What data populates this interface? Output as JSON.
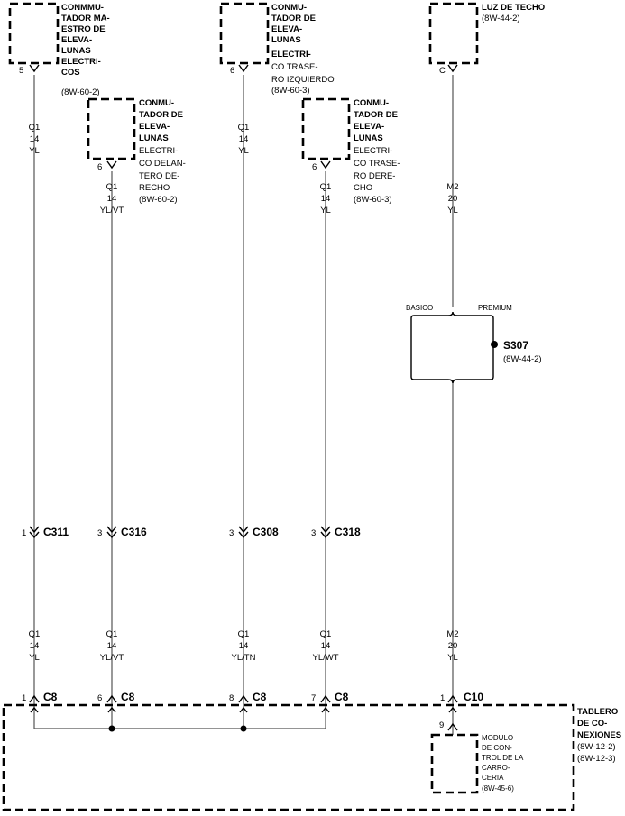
{
  "components": {
    "master_switch": {
      "lines": [
        "CONMMU-",
        "TADOR MA-",
        "ESTRO DE",
        "ELEVA-",
        "LUNAS",
        "ELECTRI-",
        "COS"
      ],
      "ref": "(8W-60-2)",
      "pin": "5"
    },
    "rear_left_switch": {
      "lines": [
        "CONMU-",
        "TADOR DE",
        "ELEVA-",
        "LUNAS",
        "ELECTRI-",
        "CO TRASE-",
        "RO IZQUIERDO"
      ],
      "ref": "(8W-60-3)",
      "pin": "6"
    },
    "dome_lamp": {
      "lines": [
        "LUZ DE TECHO"
      ],
      "ref": "(8W-44-2)",
      "pin": "C"
    },
    "front_right_switch": {
      "lines": [
        "CONMU-",
        "TADOR DE",
        "ELEVA-",
        "LUNAS",
        "ELECTRI-",
        "CO DELAN-",
        "TERO DE-",
        "RECHO"
      ],
      "ref": "(8W-60-2)",
      "pin": "6"
    },
    "rear_right_switch": {
      "lines": [
        "CONMU-",
        "TADOR DE",
        "ELEVA-",
        "LUNAS",
        "ELECTRI-",
        "CO TRASE-",
        "RO DERE-",
        "CHO"
      ],
      "ref": "(8W-60-3)",
      "pin": "6"
    },
    "junction_block": {
      "lines": [
        "TABLERO",
        "DE CO-",
        "NEXIONES"
      ],
      "refs": [
        "(8W-12-2)",
        "(8W-12-3)"
      ]
    },
    "body_control_module": {
      "lines": [
        "MODULO",
        "DE CON-",
        "TROL DE LA",
        "CARRO-",
        "CERIA"
      ],
      "ref": "(8W-45-6)",
      "pin": "9"
    }
  },
  "wires": {
    "w1_top": {
      "circuit": "Q1",
      "gauge": "14",
      "color": "YL"
    },
    "w2_top": {
      "circuit": "Q1",
      "gauge": "14",
      "color": "YL/VT"
    },
    "w3_top": {
      "circuit": "Q1",
      "gauge": "14",
      "color": "YL"
    },
    "w4_top": {
      "circuit": "Q1",
      "gauge": "14",
      "color": "YL"
    },
    "w5_top": {
      "circuit": "M2",
      "gauge": "20",
      "color": "YL"
    },
    "w1_bot": {
      "circuit": "Q1",
      "gauge": "14",
      "color": "YL"
    },
    "w2_bot": {
      "circuit": "Q1",
      "gauge": "14",
      "color": "YL/VT"
    },
    "w3_bot": {
      "circuit": "Q1",
      "gauge": "14",
      "color": "YL/TN"
    },
    "w4_bot": {
      "circuit": "Q1",
      "gauge": "14",
      "color": "YL/WT"
    },
    "w5_bot": {
      "circuit": "M2",
      "gauge": "20",
      "color": "YL"
    }
  },
  "inline_connectors": [
    {
      "pin": "1",
      "name": "C311"
    },
    {
      "pin": "3",
      "name": "C316"
    },
    {
      "pin": "3",
      "name": "C308"
    },
    {
      "pin": "3",
      "name": "C318"
    }
  ],
  "jb_connectors": [
    {
      "pin": "1",
      "name": "C8"
    },
    {
      "pin": "6",
      "name": "C8"
    },
    {
      "pin": "8",
      "name": "C8"
    },
    {
      "pin": "7",
      "name": "C8"
    },
    {
      "pin": "1",
      "name": "C10"
    }
  ],
  "splice": {
    "name": "S307",
    "ref": "(8W-44-2)",
    "left_label": "BASICO",
    "right_label": "PREMIUM"
  },
  "colors": {
    "line": "#000000",
    "wire": "#555555",
    "background": "#ffffff"
  }
}
